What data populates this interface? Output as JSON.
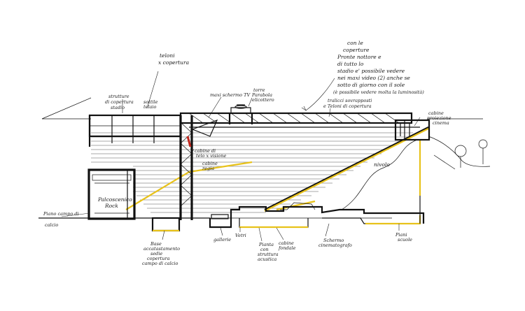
{
  "labels": {
    "teloni": [
      "teloni",
      "x copertura"
    ],
    "strutture": [
      "strutture",
      "di copertura",
      "stadio"
    ],
    "sottile": [
      "sottile",
      "telaio"
    ],
    "maxi_schermo": [
      "maxi schermo TV"
    ],
    "torre": [
      "torre",
      "Parabola",
      "elicottero"
    ],
    "travi": [
      "tralicci sovrapposti",
      "e Teloni di copertura"
    ],
    "top_note": [
      "con le",
      "coperture",
      "Pronte nottore e",
      "di tutto lo",
      "stadio e' possibile vedere",
      "nei maxi video (2) anche se",
      "sotto di giorno con il sole",
      "(è possibile vedere molta la luminosità)"
    ],
    "cabine_left": [
      "cabine di",
      "telo x visione"
    ],
    "cabine_regia": [
      "cabine",
      "regia"
    ],
    "cabine_right": [
      "cabine",
      "proiezione",
      "cinema"
    ],
    "nivolo": [
      "nivolo"
    ],
    "palcoscenico": [
      "Palcoscenico",
      "Rock"
    ],
    "piano": [
      "Piano campo di",
      "calcio"
    ],
    "gallerie": [
      "gallerie"
    ],
    "vetri": [
      "Vetri"
    ],
    "cabine_fondale": [
      "cabine",
      "fondale"
    ],
    "piani": [
      "Piani",
      "scuole"
    ],
    "schermo": [
      "Schermo",
      "cinematografo"
    ],
    "pianta": [
      "Pianta",
      "con",
      "struttura",
      "acustica"
    ],
    "base": [
      "Base",
      "accatastamento",
      "sedie",
      "copertura",
      "campo di calcio"
    ]
  },
  "colors": {
    "ink": "#111111",
    "accent_yellow": "#e8c21a",
    "accent_red": "#c0251b"
  }
}
